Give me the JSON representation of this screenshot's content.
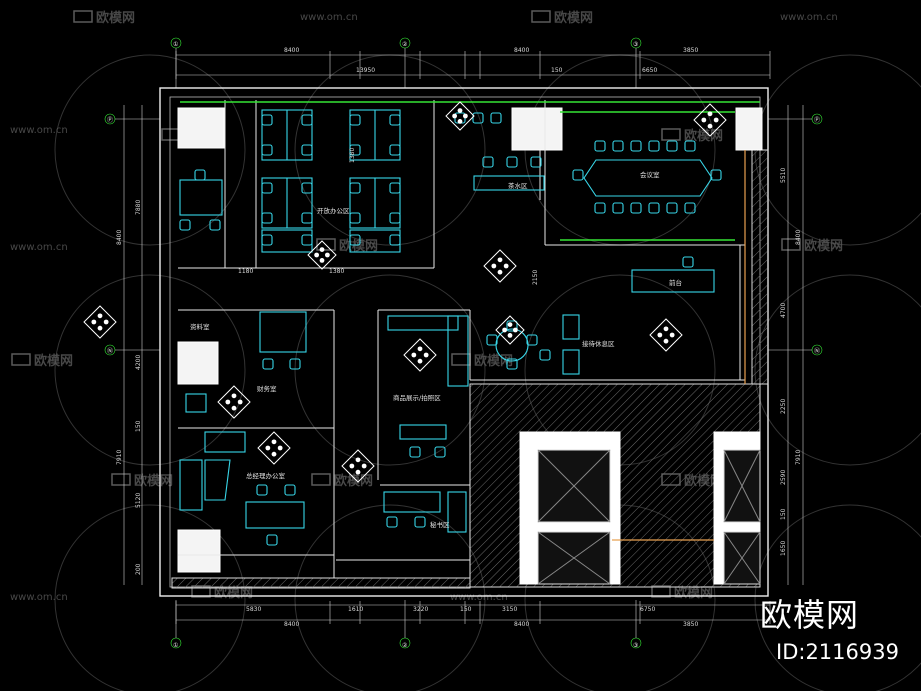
{
  "watermark": {
    "brand": "欧模网",
    "url": "www.om.cn",
    "id": "ID:2116939"
  },
  "axes": {
    "top": [
      "①",
      "②",
      "③"
    ],
    "left": [
      "Ⓟ",
      "Ⓝ"
    ],
    "right": [
      "Ⓟ",
      "Ⓝ"
    ]
  },
  "dims": {
    "top_row1": [
      "8400",
      "8400",
      "3850"
    ],
    "top_row2": [
      "13950",
      "150",
      "6650"
    ],
    "bottom_row1": [
      "5830",
      "1610",
      "3220",
      "150",
      "3150",
      "6750"
    ],
    "bottom_row2": [
      "8400",
      "8400",
      "3850"
    ],
    "left": [
      "8400",
      "7880",
      "4200",
      "150",
      "7910",
      "5120",
      "200"
    ],
    "right": [
      "5510",
      "8400",
      "4700",
      "2250",
      "2590",
      "7910",
      "1650",
      "150"
    ],
    "inner": [
      "1180",
      "1380",
      "1380",
      "2150"
    ]
  },
  "rooms": {
    "open_office": "开放办公区",
    "tea": "茶水区",
    "meeting": "会议室",
    "reception": "前台",
    "archive": "资料室",
    "finance": "财务室",
    "lounge": "接待休息区",
    "display": "商品展示/拍照区",
    "gm_office": "总经理办公室",
    "secretary": "秘书区"
  }
}
